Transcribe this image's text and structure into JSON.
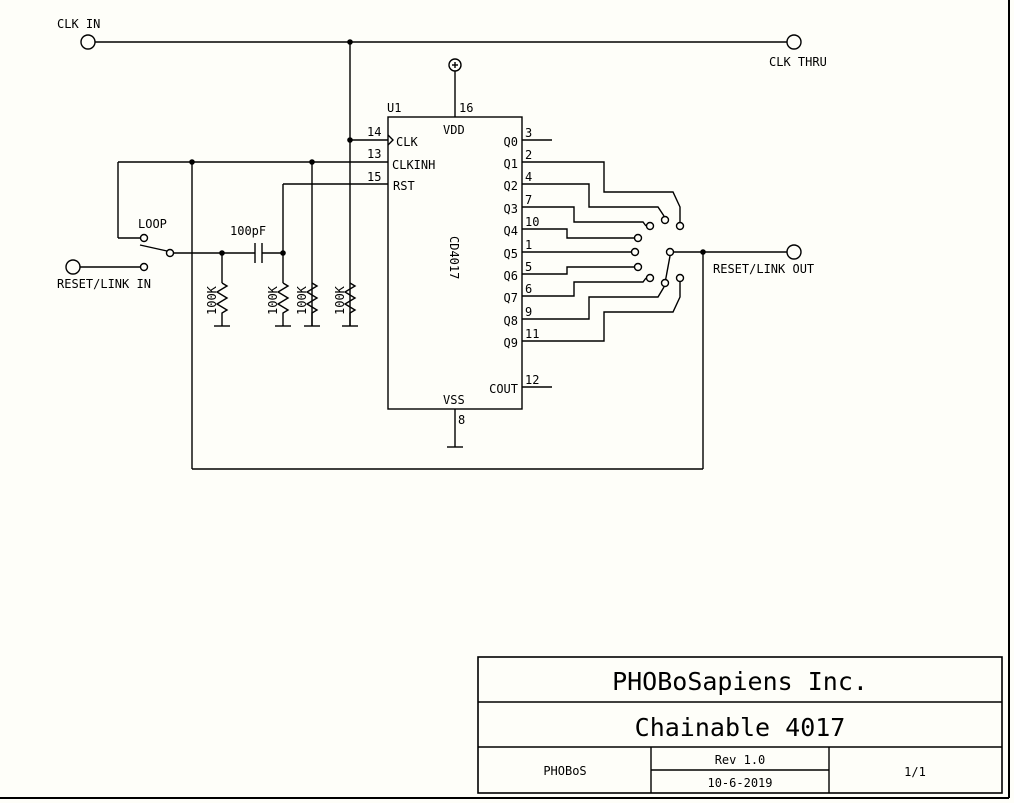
{
  "sheet": {
    "background": "#fefef9",
    "line_color": "#000000"
  },
  "ports": {
    "clk_in": "CLK IN",
    "clk_thru": "CLK THRU",
    "reset_link_in": "RESET/LINK IN",
    "reset_link_out": "RESET/LINK OUT",
    "loop_switch": "LOOP"
  },
  "power": {
    "vdd_symbol": "+"
  },
  "ic": {
    "ref": "U1",
    "part": "CD4017",
    "vdd_label": "VDD",
    "vdd_pin": "16",
    "vss_label": "VSS",
    "vss_pin": "8",
    "left_pins": [
      {
        "name": "CLK",
        "num": "14"
      },
      {
        "name": "CLKINH",
        "num": "13"
      },
      {
        "name": "RST",
        "num": "15"
      }
    ],
    "right_pins": [
      {
        "name": "Q0",
        "num": "3"
      },
      {
        "name": "Q1",
        "num": "2"
      },
      {
        "name": "Q2",
        "num": "4"
      },
      {
        "name": "Q3",
        "num": "7"
      },
      {
        "name": "Q4",
        "num": "10"
      },
      {
        "name": "Q5",
        "num": "1"
      },
      {
        "name": "Q6",
        "num": "5"
      },
      {
        "name": "Q7",
        "num": "6"
      },
      {
        "name": "Q8",
        "num": "9"
      },
      {
        "name": "Q9",
        "num": "11"
      },
      {
        "name": "COUT",
        "num": "12"
      }
    ]
  },
  "components": {
    "capacitor": "100pF",
    "resistors": [
      "100K",
      "100K",
      "100K",
      "100K"
    ]
  },
  "title_block": {
    "company": "PHOBoSapiens Inc.",
    "title": "Chainable 4017",
    "author": "PHOBoS",
    "revision": "Rev 1.0",
    "date": "10-6-2019",
    "sheet": "1/1"
  }
}
